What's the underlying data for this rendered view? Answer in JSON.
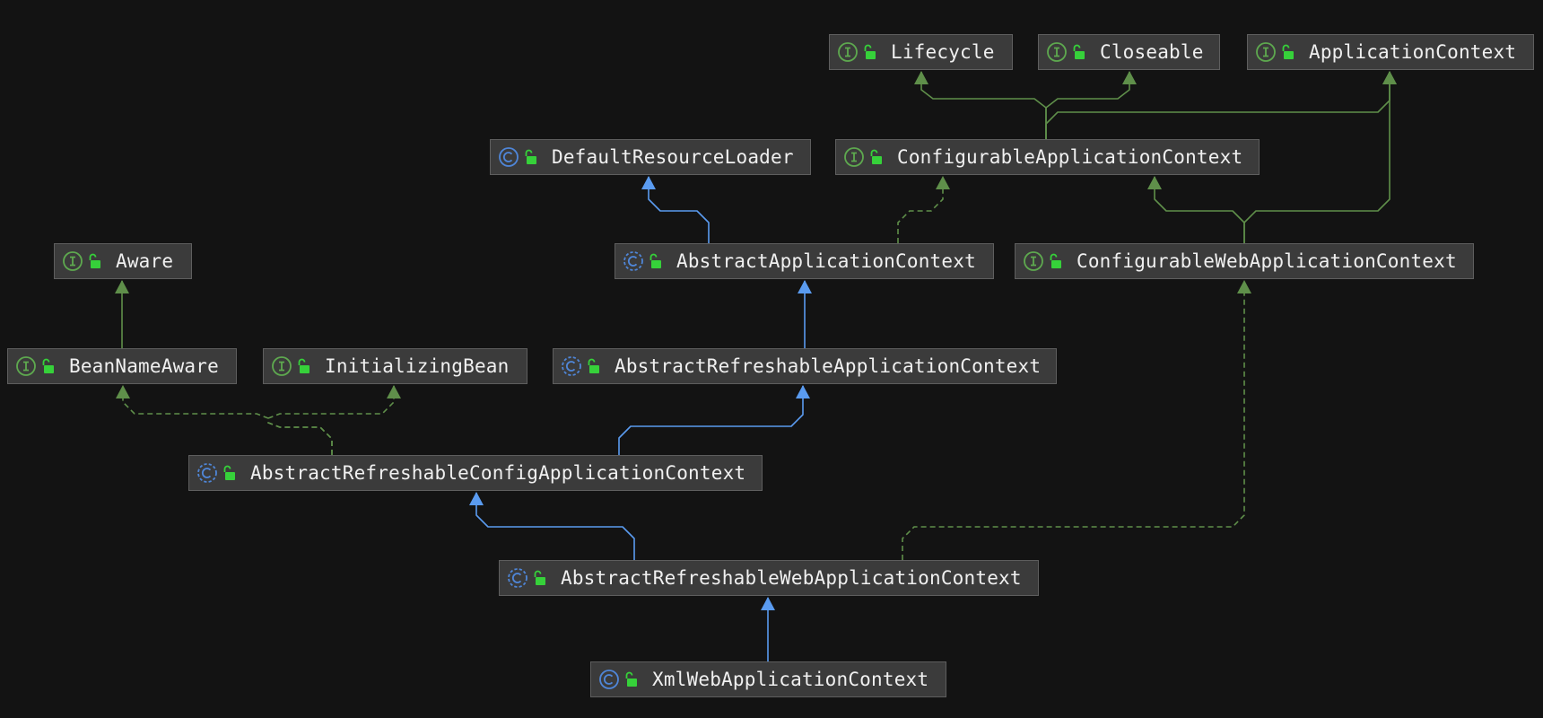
{
  "diagram": {
    "colors": {
      "background": "#131313",
      "node_fill": "#3b3b3b",
      "node_border": "#5e5e5e",
      "text": "#f0f0f0",
      "class_extends": "#5a9bf0",
      "interface_edge": "#5f8f4a",
      "class_icon": "#4f86d8",
      "interface_icon": "#5ea94f",
      "visibility_icon": "#36d13a"
    },
    "nodes": [
      {
        "id": "lifecycle",
        "label": "Lifecycle",
        "kind": "interface",
        "kind_icon": "interface-icon",
        "visibility_icon": "public-lock-icon"
      },
      {
        "id": "closeable",
        "label": "Closeable",
        "kind": "interface",
        "kind_icon": "interface-icon",
        "visibility_icon": "public-lock-icon"
      },
      {
        "id": "applicationcontext",
        "label": "ApplicationContext",
        "kind": "interface",
        "kind_icon": "interface-icon",
        "visibility_icon": "public-lock-icon"
      },
      {
        "id": "defaultresourceloader",
        "label": "DefaultResourceLoader",
        "kind": "class",
        "kind_icon": "class-icon",
        "visibility_icon": "public-lock-icon"
      },
      {
        "id": "configurableapplicationcontext",
        "label": "ConfigurableApplicationContext",
        "kind": "interface",
        "kind_icon": "interface-icon",
        "visibility_icon": "public-lock-icon"
      },
      {
        "id": "aware",
        "label": "Aware",
        "kind": "interface",
        "kind_icon": "interface-icon",
        "visibility_icon": "public-lock-icon"
      },
      {
        "id": "abstractapplicationcontext",
        "label": "AbstractApplicationContext",
        "kind": "abstract",
        "kind_icon": "abstract-class-icon",
        "visibility_icon": "public-lock-icon"
      },
      {
        "id": "configurablewebapplicationcontext",
        "label": "ConfigurableWebApplicationContext",
        "kind": "interface",
        "kind_icon": "interface-icon",
        "visibility_icon": "public-lock-icon"
      },
      {
        "id": "beannameaware",
        "label": "BeanNameAware",
        "kind": "interface",
        "kind_icon": "interface-icon",
        "visibility_icon": "public-lock-icon"
      },
      {
        "id": "initializingbean",
        "label": "InitializingBean",
        "kind": "interface",
        "kind_icon": "interface-icon",
        "visibility_icon": "public-lock-icon"
      },
      {
        "id": "abstractrefreshableapplicationcontext",
        "label": "AbstractRefreshableApplicationContext",
        "kind": "abstract",
        "kind_icon": "abstract-class-icon",
        "visibility_icon": "public-lock-icon"
      },
      {
        "id": "abstractrefreshableconfigapplicationcontext",
        "label": "AbstractRefreshableConfigApplicationContext",
        "kind": "abstract",
        "kind_icon": "abstract-class-icon",
        "visibility_icon": "public-lock-icon"
      },
      {
        "id": "abstractrefreshablewebapplicationcontext",
        "label": "AbstractRefreshableWebApplicationContext",
        "kind": "abstract",
        "kind_icon": "abstract-class-icon",
        "visibility_icon": "public-lock-icon"
      },
      {
        "id": "xmlwebapplicationcontext",
        "label": "XmlWebApplicationContext",
        "kind": "class",
        "kind_icon": "class-icon",
        "visibility_icon": "public-lock-icon"
      }
    ],
    "edges": [
      {
        "from": "configurableapplicationcontext",
        "to": "lifecycle",
        "type": "interface-extends"
      },
      {
        "from": "configurableapplicationcontext",
        "to": "closeable",
        "type": "interface-extends"
      },
      {
        "from": "configurableapplicationcontext",
        "to": "applicationcontext",
        "type": "interface-extends"
      },
      {
        "from": "abstractapplicationcontext",
        "to": "defaultresourceloader",
        "type": "class-extends"
      },
      {
        "from": "abstractapplicationcontext",
        "to": "configurableapplicationcontext",
        "type": "implements"
      },
      {
        "from": "configurablewebapplicationcontext",
        "to": "configurableapplicationcontext",
        "type": "interface-extends"
      },
      {
        "from": "configurablewebapplicationcontext",
        "to": "applicationcontext",
        "type": "interface-extends"
      },
      {
        "from": "beannameaware",
        "to": "aware",
        "type": "interface-extends"
      },
      {
        "from": "abstractrefreshableapplicationcontext",
        "to": "abstractapplicationcontext",
        "type": "class-extends"
      },
      {
        "from": "abstractrefreshableconfigapplicationcontext",
        "to": "abstractrefreshableapplicationcontext",
        "type": "class-extends"
      },
      {
        "from": "abstractrefreshableconfigapplicationcontext",
        "to": "beannameaware",
        "type": "implements"
      },
      {
        "from": "abstractrefreshableconfigapplicationcontext",
        "to": "initializingbean",
        "type": "implements"
      },
      {
        "from": "abstractrefreshablewebapplicationcontext",
        "to": "abstractrefreshableconfigapplicationcontext",
        "type": "class-extends"
      },
      {
        "from": "abstractrefreshablewebapplicationcontext",
        "to": "configurablewebapplicationcontext",
        "type": "implements"
      },
      {
        "from": "xmlwebapplicationcontext",
        "to": "abstractrefreshablewebapplicationcontext",
        "type": "class-extends"
      }
    ]
  }
}
